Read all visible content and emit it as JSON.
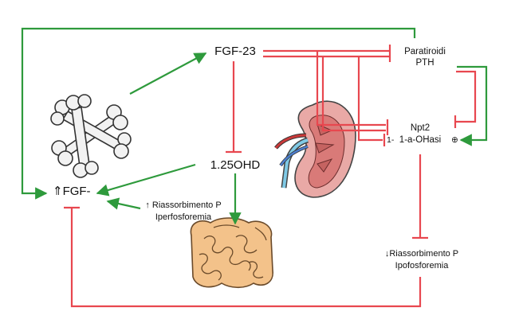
{
  "colors": {
    "stimulation": "#2e9a3c",
    "inhibition": "#e8474f"
  },
  "nodes": {
    "fgf23": "FGF-23",
    "pth_line1": "Paratiroidi",
    "pth_line2": "PTH",
    "npt2_line1": "Npt2",
    "npt2_line2": "1-a-OHasi",
    "vitd": "1.25OHD",
    "fgf_low": "⇑FGF-",
    "reabs_up_line1": "↑ Riassorbimento P",
    "reabs_up_line2": "Iperfosforemia",
    "reabs_down_line1": "↓Riassorbimento P",
    "reabs_down_line2": "Ipofosforemia",
    "npt2_left_mark": "1-",
    "npt2_right_mark": "⊕"
  },
  "icons": [
    "bone-icon",
    "kidney-icon",
    "intestine-icon"
  ]
}
